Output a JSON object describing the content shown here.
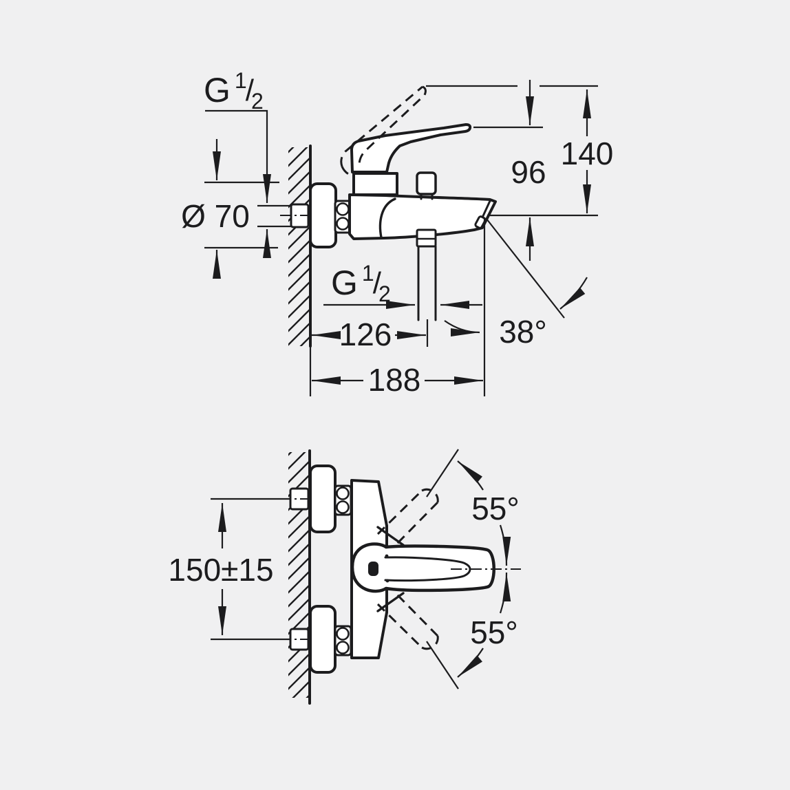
{
  "drawing": {
    "colors": {
      "background": "#f0f0f1",
      "ink": "#1c1c1e",
      "fill": "#ffffff"
    },
    "side": {
      "wall_thread": {
        "prefix": "G",
        "numerator": "1",
        "slash": "/",
        "denominator": "2"
      },
      "escutcheon_diameter": "Ø 70",
      "overall_height": "140",
      "lever_height": "96",
      "hose_thread": {
        "prefix": "G",
        "numerator": "1",
        "slash": "/",
        "denominator": "2"
      },
      "hose_depth": "126",
      "overall_depth": "188",
      "spout_angle": "38°"
    },
    "plan": {
      "connection_distance": "150±15",
      "swing_up": "55°",
      "swing_down": "55°"
    }
  }
}
